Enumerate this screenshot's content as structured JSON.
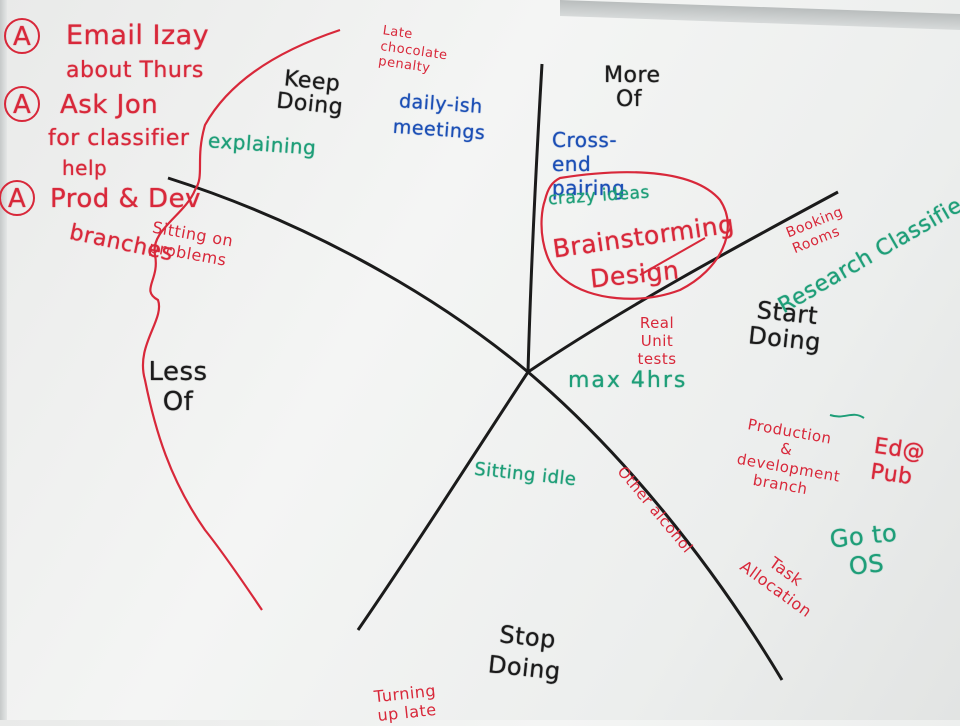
{
  "board": {
    "action_items": [
      {
        "marker": "A",
        "line1": "Email Izay",
        "line2": "about Thurs"
      },
      {
        "marker": "A",
        "line1": "Ask Jon",
        "line2": "for classifier",
        "line3": "help"
      },
      {
        "marker": "A",
        "line1": "Prod & Dev",
        "line2": "branches"
      }
    ],
    "sections": {
      "keep_doing": "Keep Doing",
      "more_of": "More Of",
      "start_doing": "Start Doing",
      "stop_doing": "Stop Doing",
      "less_of": "Less Of"
    },
    "notes": {
      "late_chocolate": "Late chocolate penalty",
      "daily_meetings": "daily-ish meetings",
      "explaining": "explaining",
      "cross_pairing": "Cross-end pairing",
      "crazy_ideas": "crazy ideas",
      "brainstorming": "Brainstorming",
      "design": "Design",
      "booking_rooms": "Booking Rooms",
      "research_classifier": "Research Classifie",
      "real_unit_tests": "Real Unit tests",
      "max_4hrs": "max 4hrs",
      "production_branch": "Production & development branch",
      "ed_pub": "Ed@ Pub",
      "go_to_os": "Go to OS",
      "other_alcohol": "Other alcohol",
      "task_allocation": "Task Allocation",
      "sitting_idle": "Sitting idle",
      "sitting_on_problems": "Sitting on problems",
      "turning_up_late": "Turning up late"
    },
    "colors": {
      "red": "#d8283a",
      "green": "#1e9e78",
      "blue": "#1c4fb5",
      "black": "#1b1b1b"
    }
  }
}
